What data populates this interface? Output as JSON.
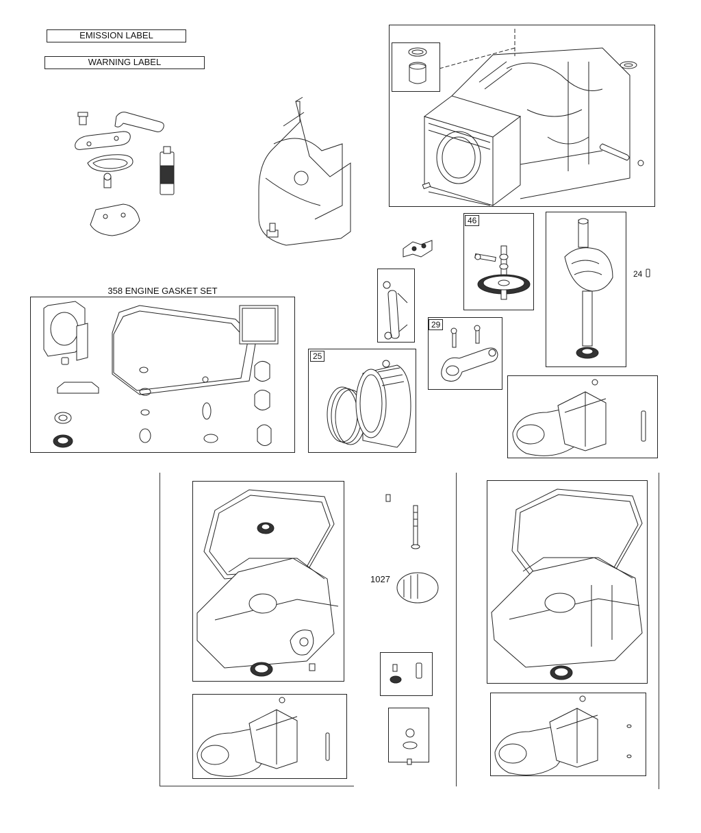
{
  "labels": {
    "emission": "EMISSION LABEL",
    "warning": "WARNING LABEL",
    "gasket_set": "358 ENGINE GASKET SET"
  },
  "part_numbers": {
    "camshaft": "46",
    "dowel": "24",
    "connecting_rod": "29",
    "piston": "25",
    "oil_filter": "1027"
  }
}
